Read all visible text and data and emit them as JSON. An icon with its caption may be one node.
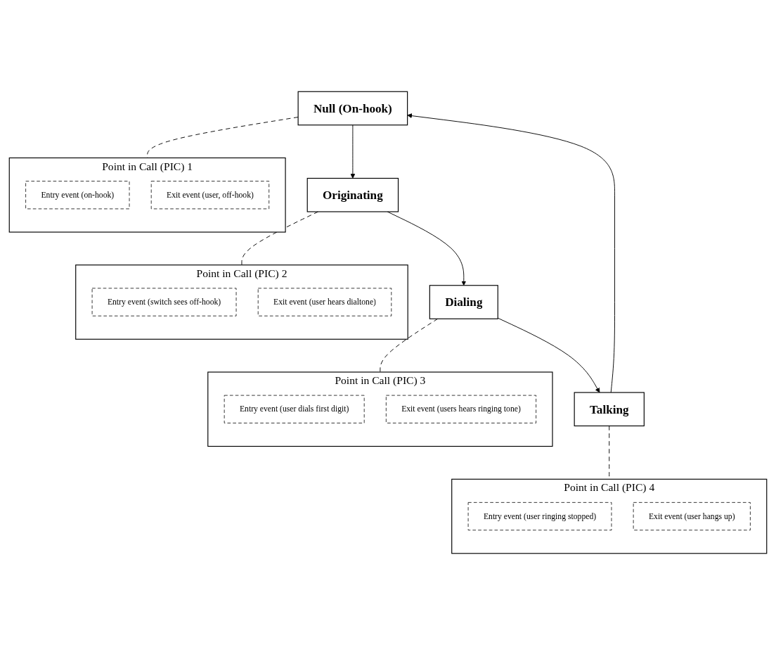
{
  "diagram": {
    "nodes": [
      {
        "text": [
          "Null (On-hook)"
        ]
      },
      {
        "text": [
          "Point in Call (PIC) 1"
        ]
      },
      {
        "text": [
          "Entry event (on-hook)"
        ],
        "in": 1
      },
      {
        "text": [
          "Exit event (user, off-hook)"
        ],
        "in": 1
      },
      {
        "text": [
          "Originating"
        ]
      },
      {
        "text": [
          "Point in Call (PIC) 2"
        ]
      },
      {
        "text": [
          "Entry event (switch sees off-hook)"
        ],
        "in": 5
      },
      {
        "text": [
          "Exit event (user hears dialtone)"
        ],
        "in": 5
      },
      {
        "text": [
          "Dialing"
        ]
      },
      {
        "text": [
          "Point in Call (PIC) 3"
        ]
      },
      {
        "text": [
          "Entry event (user dials first digit)"
        ],
        "in": 9
      },
      {
        "text": [
          "Exit event (users hears ringing tone)"
        ],
        "in": 9
      },
      {
        "text": [
          "Talking"
        ]
      },
      {
        "text": [
          "Point in Call (PIC) 4"
        ]
      },
      {
        "text": [
          "Entry event (user ringing stopped)"
        ],
        "in": 13
      },
      {
        "text": [
          "Exit event (user hangs up)"
        ],
        "in": 13
      }
    ],
    "edges": [
      {
        "from": 0,
        "to": 1,
        "arrow": "none",
        "style": "dashed"
      },
      {
        "from": 0,
        "to": 4,
        "arrow": "to"
      },
      {
        "from": 4,
        "to": 5,
        "arrow": "none",
        "style": "dashed"
      },
      {
        "from": 4,
        "to": 8,
        "arrow": "to"
      },
      {
        "from": 8,
        "to": 9,
        "arrow": "none",
        "style": "dashed"
      },
      {
        "from": 8,
        "to": 12,
        "arrow": "to"
      },
      {
        "from": 12,
        "to": 13,
        "arrow": "none",
        "style": "dashed"
      },
      {
        "from": 12,
        "to": 0,
        "arrow": "to"
      }
    ]
  }
}
